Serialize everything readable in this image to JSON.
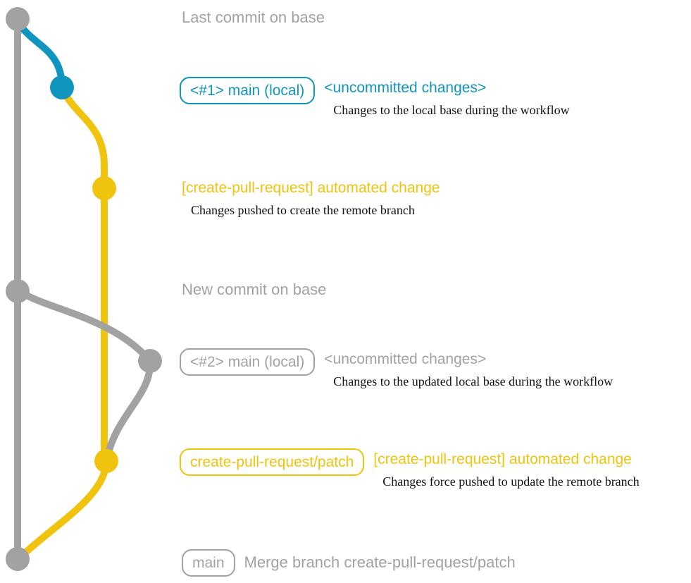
{
  "colors": {
    "gray": "#a2a2a2",
    "teal": "#1095be",
    "yellow": "#f0c30f",
    "ink": "#111111"
  },
  "sections": {
    "last_commit": {
      "label": "Last commit on base"
    },
    "local1": {
      "badge": "<#1> main (local)",
      "title": "<uncommitted changes>",
      "note": "Changes to the local base during the workflow"
    },
    "push1": {
      "title": "[create-pull-request] automated change",
      "note": "Changes pushed to create the remote branch"
    },
    "new_commit": {
      "label": "New commit on base"
    },
    "local2": {
      "badge": "<#2> main (local)",
      "title": "<uncommitted changes>",
      "note": "Changes to the updated local base during the workflow"
    },
    "push2": {
      "badge": "create-pull-request/patch",
      "title": "[create-pull-request] automated change",
      "note": "Changes force pushed to update the remote branch"
    },
    "merge": {
      "badge": "main",
      "label": "Merge branch create-pull-request/patch"
    }
  },
  "graph": {
    "commits": [
      {
        "id": 1,
        "color": "gray",
        "meaning": "Last commit on base"
      },
      {
        "id": 2,
        "color": "teal",
        "meaning": "<#1> main (local) uncommitted changes"
      },
      {
        "id": 3,
        "color": "yellow",
        "meaning": "[create-pull-request] automated change"
      },
      {
        "id": 4,
        "color": "gray",
        "meaning": "New commit on base"
      },
      {
        "id": 5,
        "color": "gray",
        "meaning": "<#2> main (local) uncommitted changes"
      },
      {
        "id": 6,
        "color": "yellow",
        "meaning": "create-pull-request/patch force pushed"
      },
      {
        "id": 7,
        "color": "gray",
        "meaning": "Merge branch create-pull-request/patch"
      }
    ]
  }
}
